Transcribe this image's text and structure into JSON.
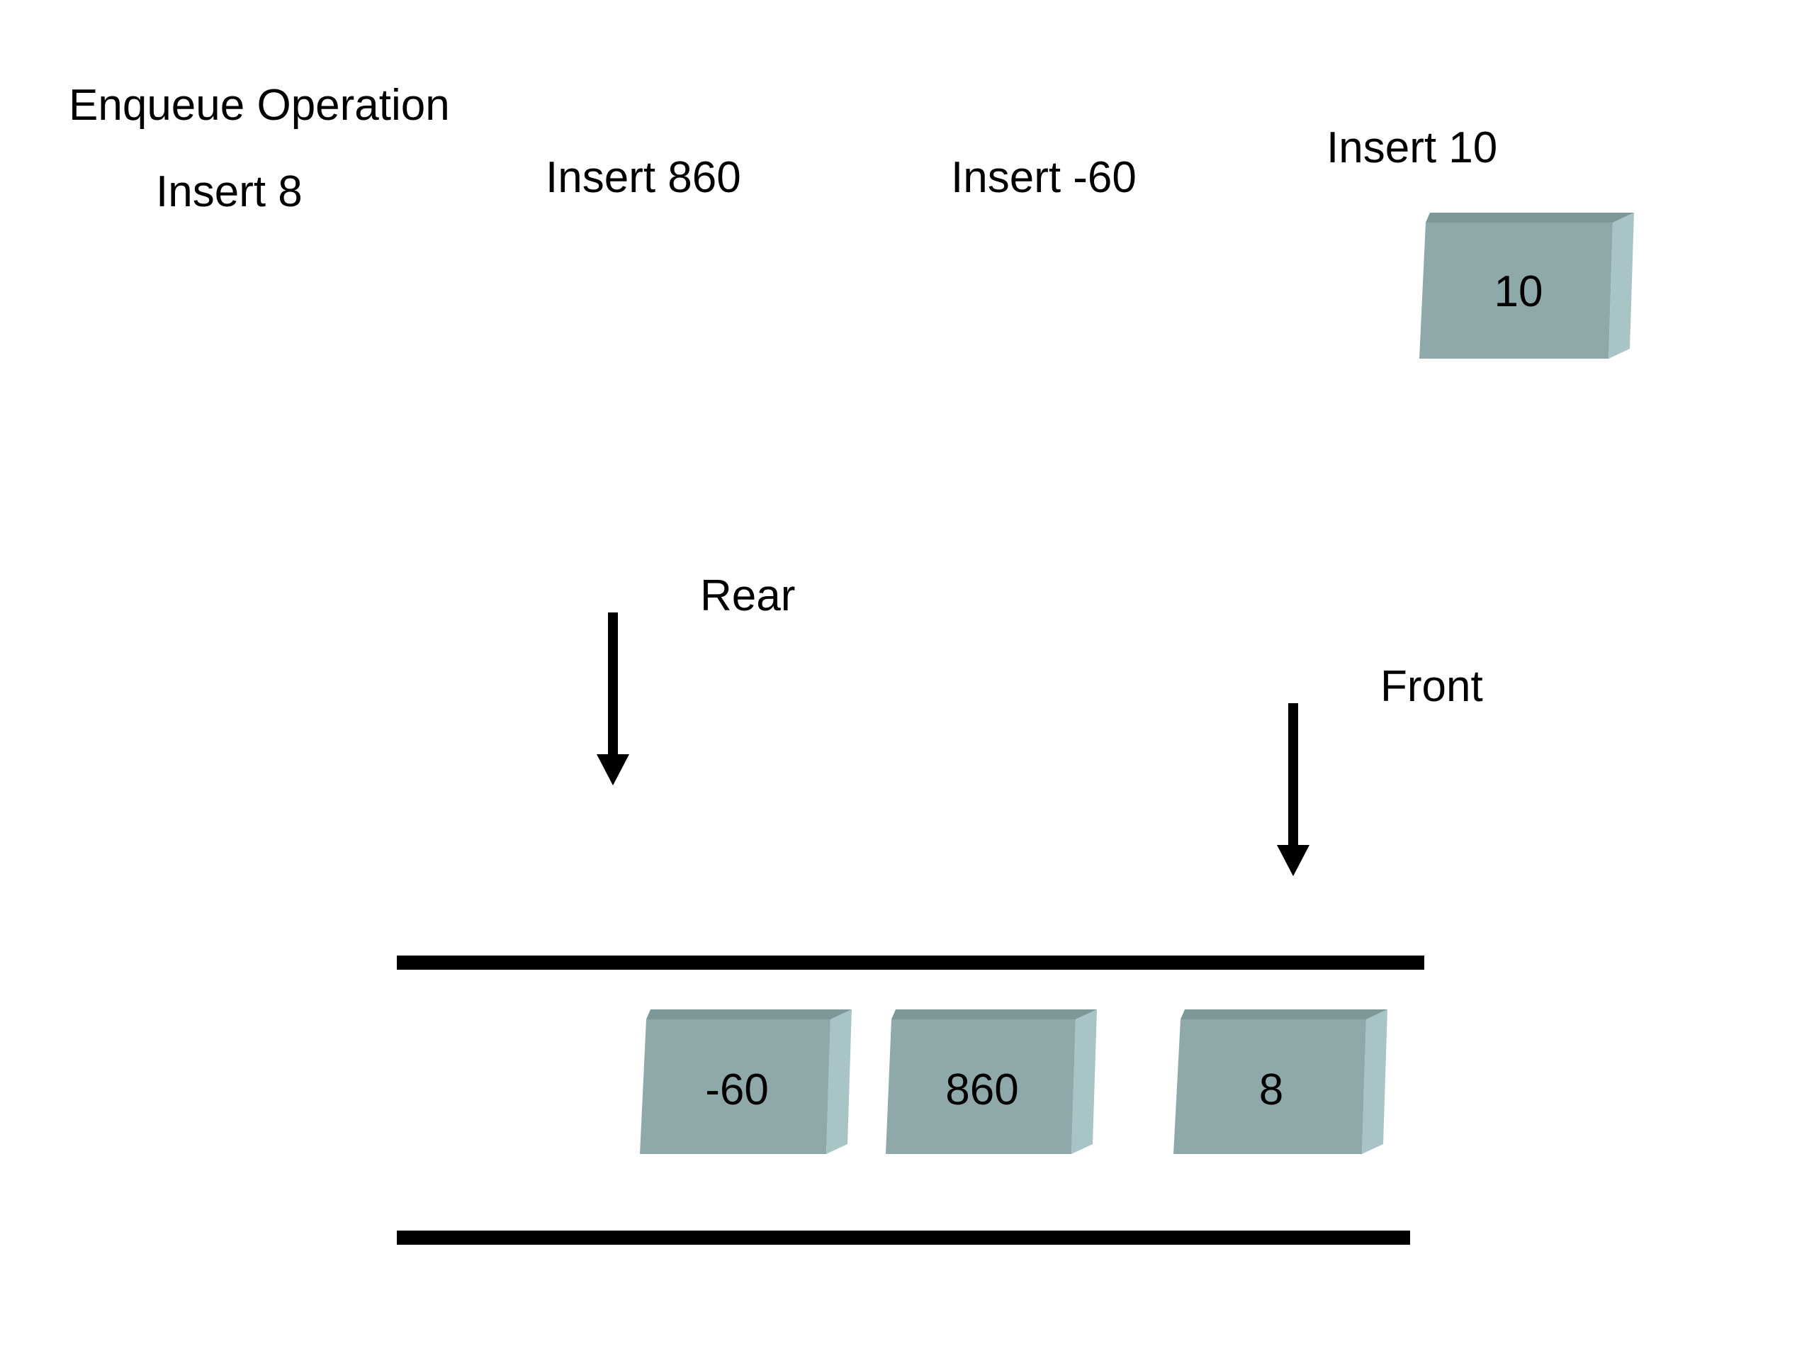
{
  "title": "Enqueue Operation",
  "operations": [
    {
      "label": "Insert 8"
    },
    {
      "label": "Insert 860"
    },
    {
      "label": "Insert -60"
    },
    {
      "label": "Insert 10"
    }
  ],
  "pointers": {
    "rear": "Rear",
    "front": "Front"
  },
  "incoming_element": "10",
  "queue_elements": [
    "-60",
    "860",
    "8"
  ],
  "colors": {
    "block_face": "#8fa8aa",
    "block_top": "#7e9899",
    "block_side": "#a9c4c6",
    "rails": "#000000",
    "arrows": "#000000"
  }
}
